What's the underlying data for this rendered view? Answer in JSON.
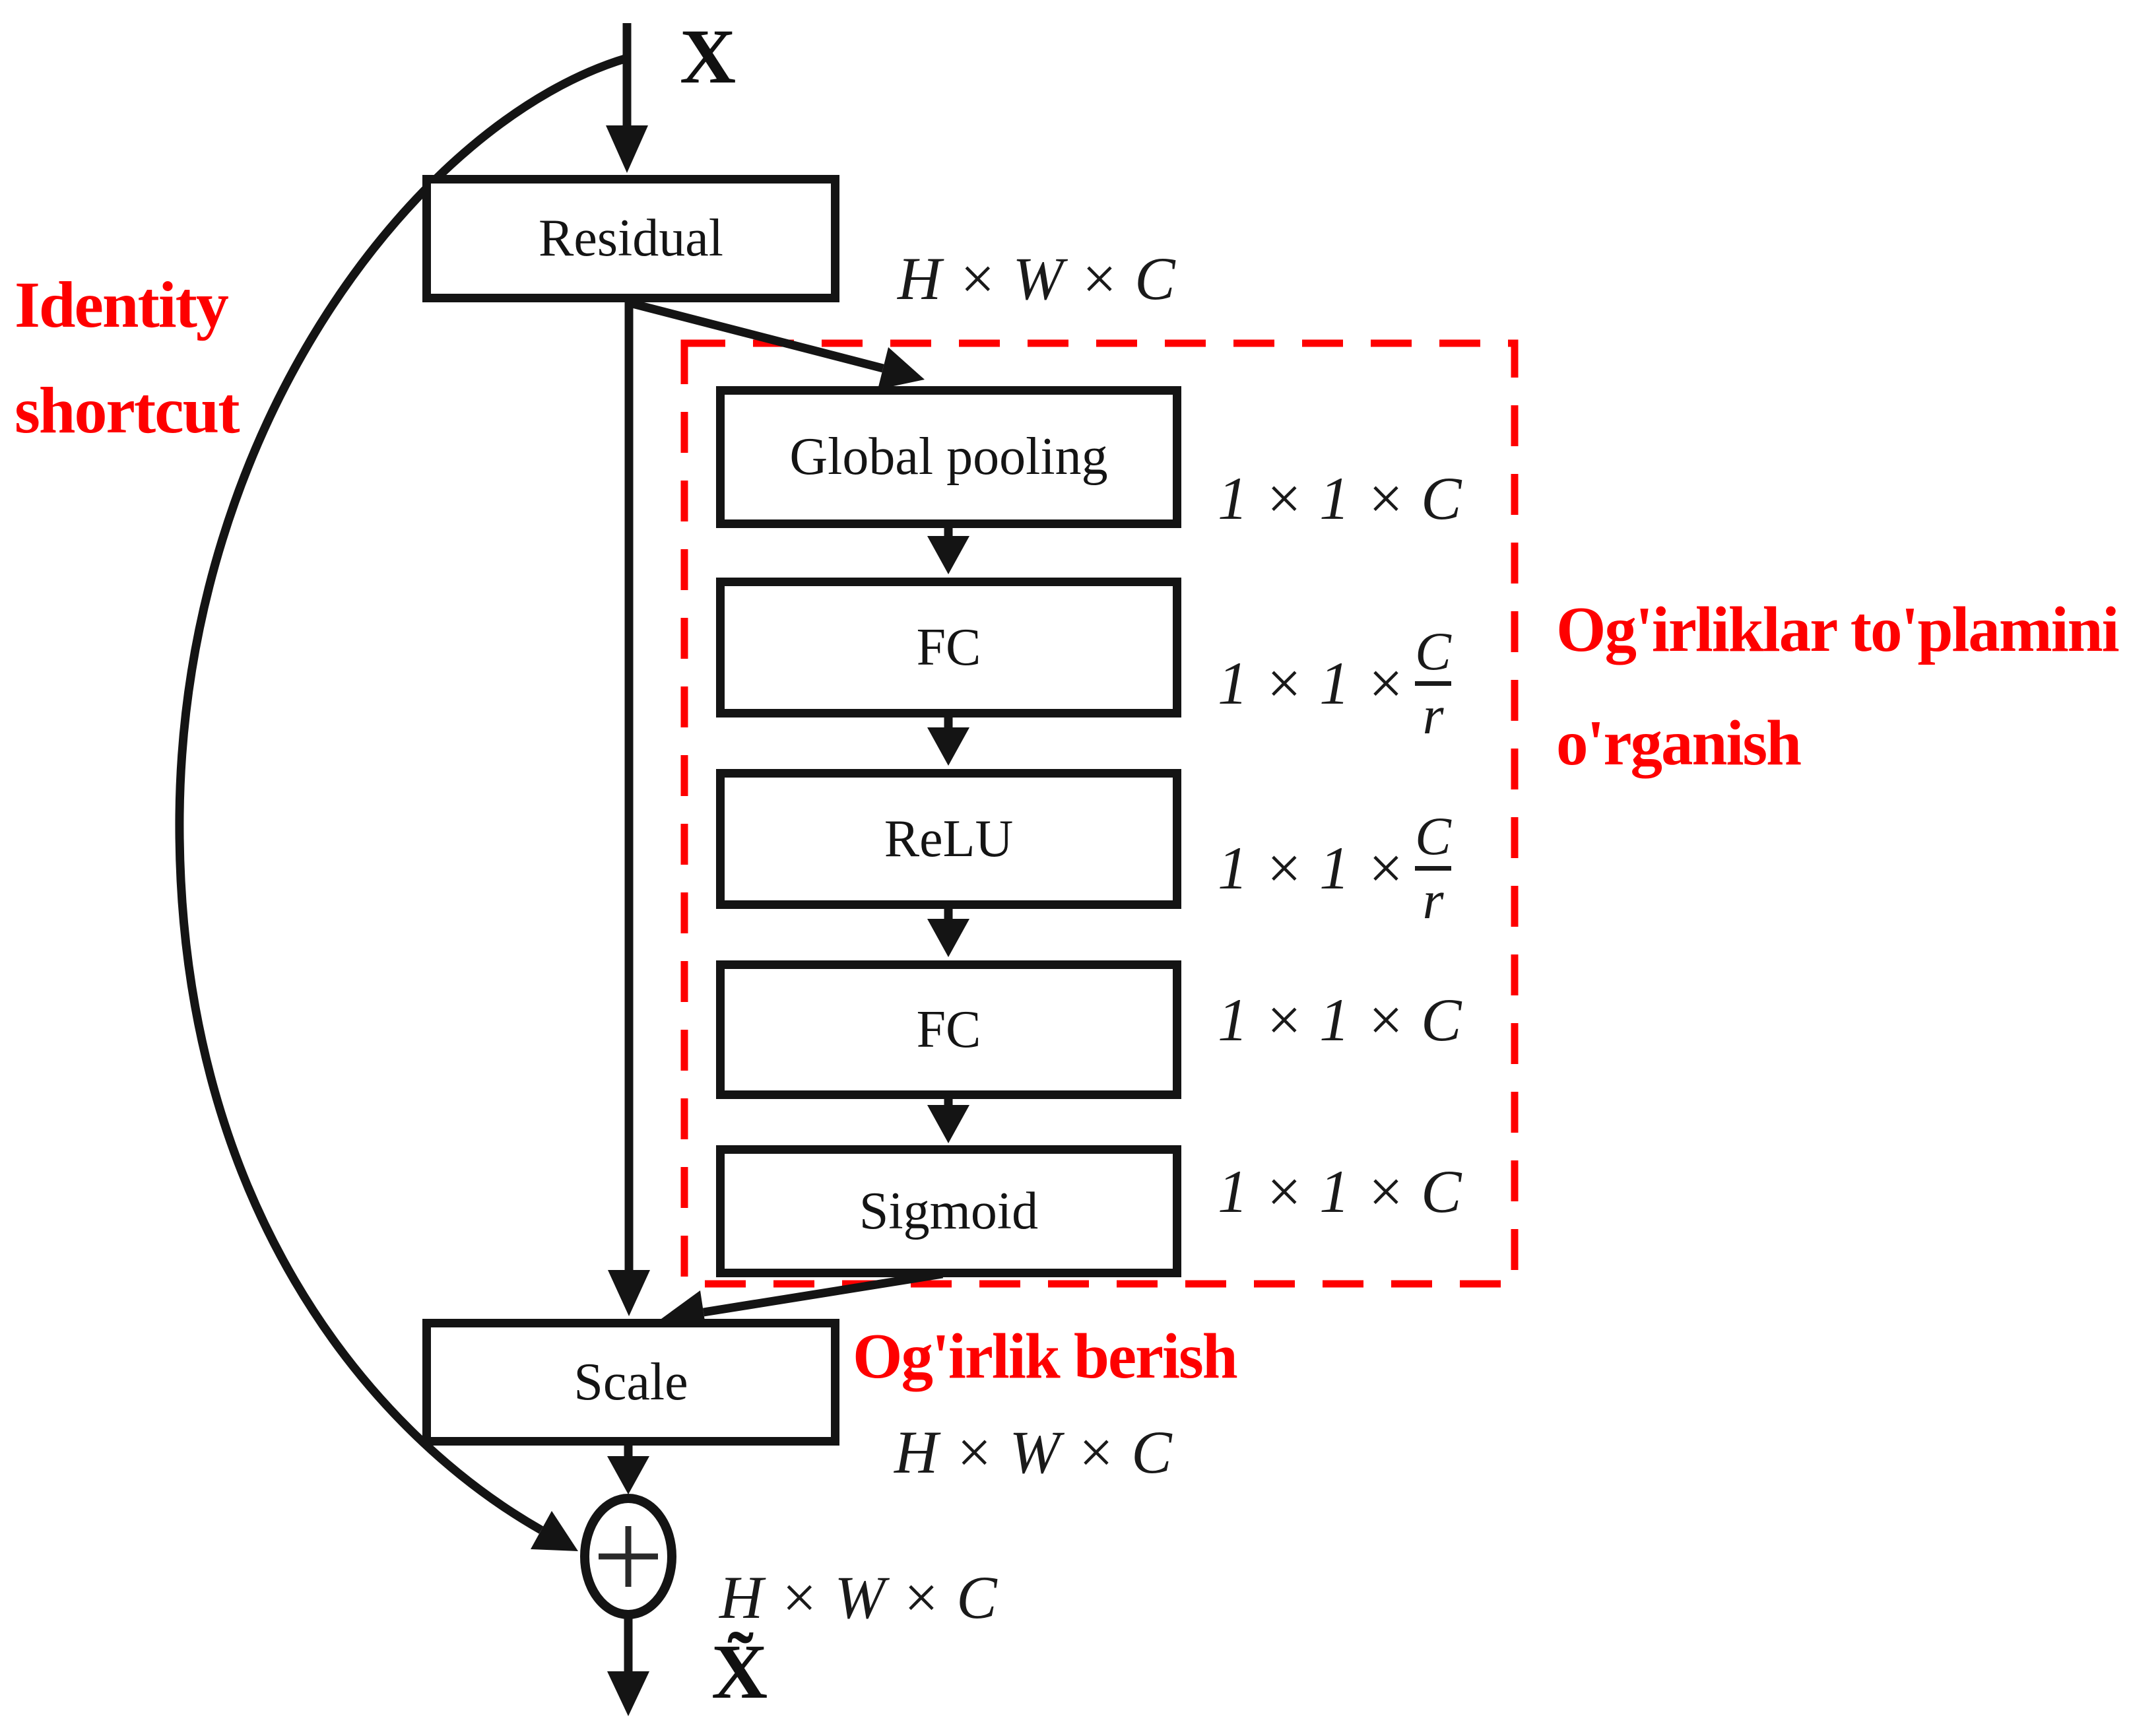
{
  "diagram": {
    "input_label": "X",
    "output_label": "X̃",
    "blocks": {
      "residual": "Residual",
      "global_pooling": "Global pooling",
      "fc1": "FC",
      "relu": "ReLU",
      "fc2": "FC",
      "sigmoid": "Sigmoid",
      "scale": "Scale"
    },
    "dims": {
      "residual": "H × W × C",
      "global_pooling": "1 × 1 × C",
      "fc1": {
        "prefix": "1 × 1 ×",
        "numerator": "C",
        "denominator": "r"
      },
      "relu": {
        "prefix": "1 × 1 ×",
        "numerator": "C",
        "denominator": "r"
      },
      "fc2": "1 × 1 × C",
      "sigmoid": "1 × 1 × C",
      "scale": "H × W × C",
      "sum": "H × W × C"
    },
    "annotations": {
      "identity_line1": "Identity",
      "identity_line2": "shortcut",
      "weights_line1": "Og'irliklar to'plamini",
      "weights_line2": "o'rganish",
      "weighting": "Og'irlik berish"
    },
    "colors": {
      "annotation_red": "#fe0000",
      "dashed_box_red": "#fe0000",
      "line_black": "#141414",
      "background": "#ffffff"
    }
  }
}
